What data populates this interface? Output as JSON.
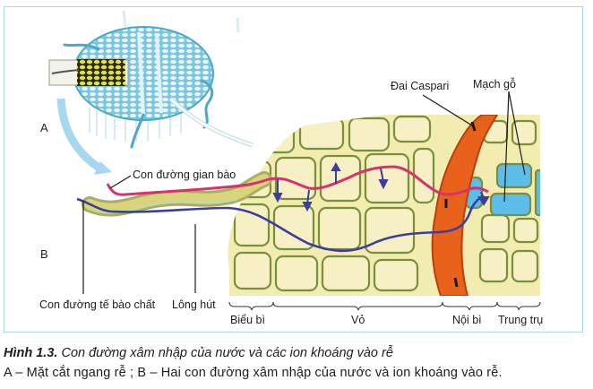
{
  "figure": {
    "panels": {
      "a_label": "A",
      "b_label": "B"
    },
    "labels": {
      "apoplast": "Con đường gian bào",
      "symplast": "Con đường tế bào chất",
      "root_hair": "Lông hút",
      "casparian_strip": "Đai Caspari",
      "xylem": "Mạch gỗ"
    },
    "regions": [
      {
        "label": "Biểu bì"
      },
      {
        "label": "Vỏ"
      },
      {
        "label": "Nội bì"
      },
      {
        "label": "Trung trụ"
      }
    ],
    "colors": {
      "frame_border": "#a9d6ea",
      "cross_section": "#7cc6e0",
      "cell_fill": "#f3ecb0",
      "cell_wall": "#7a8f3c",
      "endodermis": "#e8621c",
      "xylem": "#5bbde8",
      "apoplast_path": "#d6336c",
      "symplast_path": "#3a3f9e"
    }
  },
  "caption": {
    "figure_number": "Hình 1.3.",
    "title": " Con đường xâm nhập của nước và các ion khoáng vào rễ",
    "description": "A – Mặt cắt ngang rễ ; B – Hai con đường xâm nhập của nước và ion khoáng vào rễ."
  }
}
